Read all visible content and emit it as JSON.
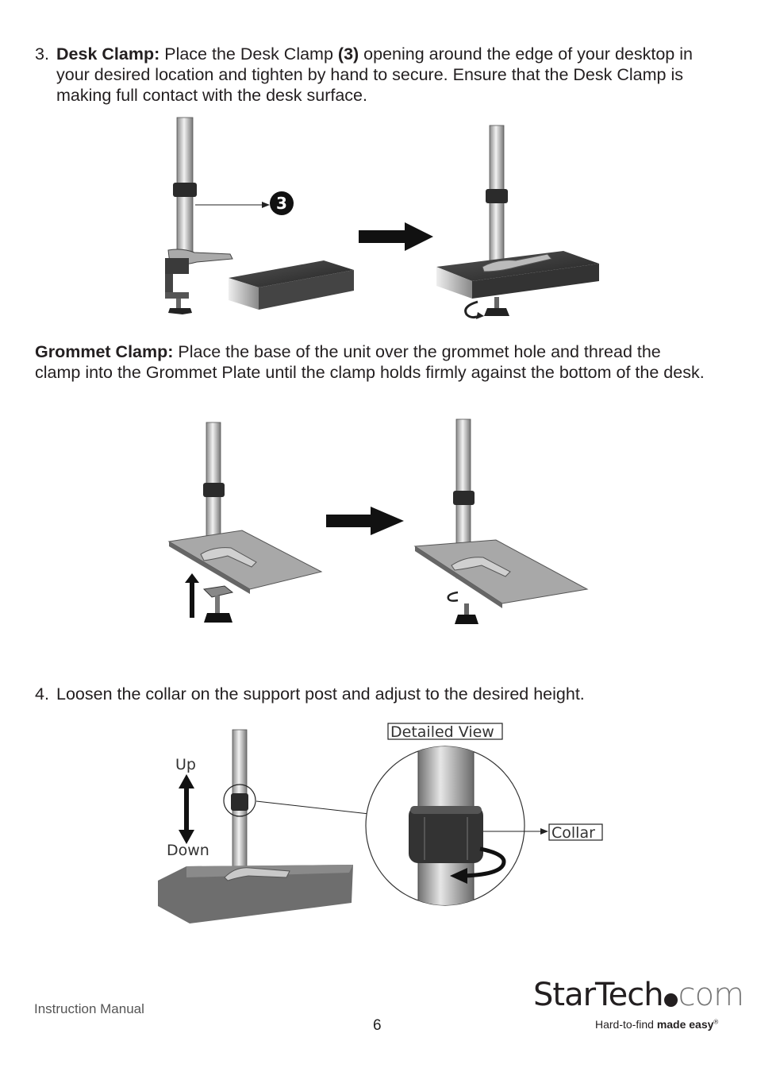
{
  "step3": {
    "number": "3.",
    "title": "Desk Clamp:",
    "text_a": " Place the Desk Clamp ",
    "ref": "(3)",
    "text_b": " opening around the edge of your desktop in your desired location and tighten by hand to secure. Ensure that the Desk Clamp is making full contact with the desk surface."
  },
  "grommet": {
    "title": "Grommet Clamp:",
    "text": " Place the base of the unit over the grommet hole and thread the clamp into the Grommet Plate until the clamp holds firmly against the bottom of the desk."
  },
  "step4": {
    "number": "4.",
    "text": "Loosen the collar on the support post and adjust to the desired height."
  },
  "figure1": {
    "callout": "3"
  },
  "figure3": {
    "up_label": "Up",
    "down_label": "Down",
    "detail_label": "Detailed View",
    "collar_label": "Collar"
  },
  "footer": {
    "manual_label": "Instruction Manual",
    "page_number": "6",
    "logo_name": "StarTech",
    "logo_suffix": "com",
    "tagline_a": "Hard-to-find ",
    "tagline_b": "made easy",
    "trademark": "®"
  }
}
